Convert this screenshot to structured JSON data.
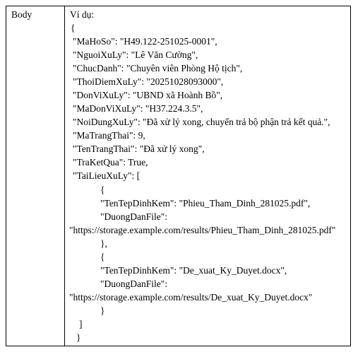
{
  "table": {
    "label": "Body",
    "lines": [
      "Ví dụ:",
      "{",
      "\"MaHoSo\": \"H49.122-251025-0001\",",
      "\"NguoiXuLy\": \"Lê Văn Cường\",",
      "\"ChucDanh\": \"Chuyên viên Phòng Hộ tịch\",",
      "\"ThoiDiemXuLy\": \"20251028093000\",",
      "\"DonViXuLy\": \"UBND xã Hoành Bồ\",",
      "\"MaDonViXuLy\": \"H37.224.3.5\",",
      "\"NoiDungXuLy\": \"Đã xử lý xong, chuyển trả bộ phận trả kết quả.\",",
      "\"MaTrangThai\": 9,",
      "\"TenTrangThai\": \"Đã xử lý xong\",",
      "\"TraKetQua\": True,",
      "\"TaiLieuXuLy\": [",
      "{",
      "\"TenTepDinhKem\": \"Phieu_Tham_Dinh_281025.pdf\",",
      "\"DuongDanFile\":",
      "\"https://storage.example.com/results/Phieu_Tham_Dinh_281025.pdf\"",
      "},",
      "{",
      "\"TenTepDinhKem\": \"De_xuat_Ky_Duyet.docx\",",
      "\"DuongDanFile\":",
      "\"https://storage.example.com/results/De_xuat_Ky_Duyet.docx\"",
      "}",
      "]",
      "}"
    ]
  }
}
